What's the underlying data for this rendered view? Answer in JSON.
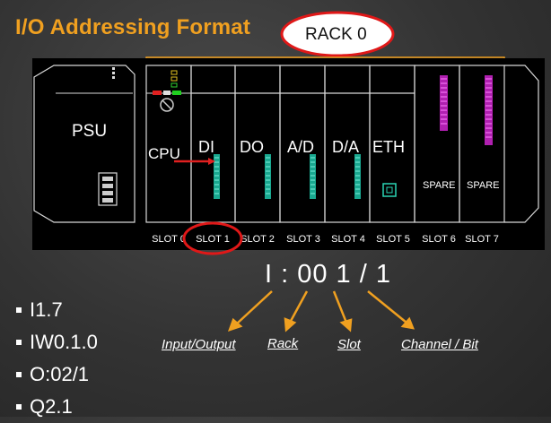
{
  "title": "I/O Addressing Format",
  "rack_label": "RACK 0",
  "modules": {
    "psu": "PSU",
    "cpu": "CPU",
    "di": "DI",
    "do": "DO",
    "ad": "A/D",
    "da": "D/A",
    "eth": "ETH",
    "spare1": "SPARE",
    "spare2": "SPARE"
  },
  "slots": [
    "SLOT 0",
    "SLOT 1",
    "SLOT 2",
    "SLOT 3",
    "SLOT 4",
    "SLOT 5",
    "SLOT 6",
    "SLOT 7"
  ],
  "address_format": "I : 00 1 / 1",
  "format_labels": {
    "io": "Input/Output",
    "rack": "Rack",
    "slot": "Slot",
    "channel": "Channel / Bit"
  },
  "examples": [
    "I1.7",
    "IW0.1.0",
    "O:02/1",
    "Q2.1"
  ],
  "colors": {
    "title": "#f0a020",
    "highlight_ring": "#e01818",
    "arrow": "#f0a020",
    "analog_terminal": "#2ad4b4",
    "spare_terminal": "#e040e0"
  }
}
